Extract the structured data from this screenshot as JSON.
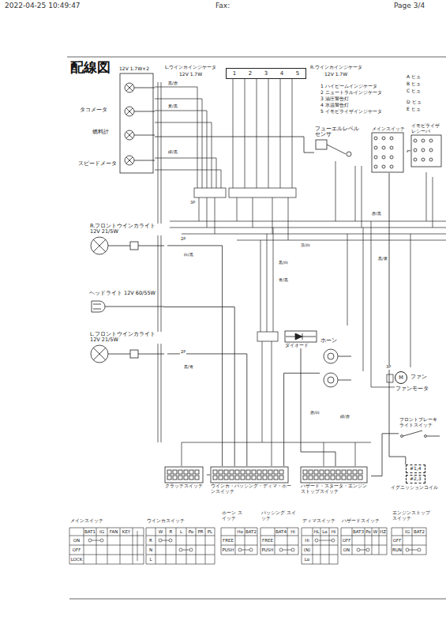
{
  "diagram": {
    "title": "配線図",
    "nodes": [
      {
        "text": [
          "12V 1.7W×2"
        ]
      },
      {
        "text": [
          "1",
          "2",
          "3",
          "4",
          "5"
        ]
      },
      {
        "text": [
          "フューエルレベル センサ"
        ]
      },
      {
        "text": [
          "メインスイッチ"
        ]
      },
      {
        "text": [
          "イモビライザ レシーバ"
        ]
      },
      {
        "text": [
          "R.フロントウインカライト 12V 21/5W"
        ]
      },
      {
        "text": [
          "ヘッドライト 12V 60/55W"
        ]
      },
      {
        "text": [
          "ダイオード"
        ]
      },
      {
        "text": [
          "ホーン"
        ]
      },
      {
        "text": [
          "L.フロントウインカライト 12V 21/5W"
        ]
      },
      {
        "text": [
          "M",
          "ファン",
          "ファンモータ"
        ]
      },
      {
        "text": [
          "フロントブレーキ ライトスイッチ"
        ]
      },
      {
        "text": [
          "クラッチスイッチ"
        ]
      },
      {
        "text": [
          "ウインカ・パッシング・ディマ・ホーンスイッチ"
        ]
      },
      {
        "text": [
          "ハザード・スタータ・エンジンストップスイッチ"
        ]
      },
      {
        "text": [
          "#1,4",
          "#2,3",
          "イグニッションコイル"
        ]
      }
    ],
    "edges": [
      {
        "from": 5,
        "to": 13,
        "arrow": "none"
      },
      {
        "from": 6,
        "to": 13,
        "arrow": "none"
      },
      {
        "from": 9,
        "to": 13,
        "arrow": "none"
      },
      {
        "from": 8,
        "to": 13,
        "arrow": "none"
      },
      {
        "from": 2,
        "to": 0,
        "arrow": "none"
      },
      {
        "from": 3,
        "to": 15,
        "arrow": "none"
      },
      {
        "from": 11,
        "to": 14,
        "arrow": "none"
      },
      {
        "from": 12,
        "to": 13,
        "arrow": "none"
      },
      {
        "from": 7,
        "to": 14,
        "arrow": "none"
      },
      {
        "from": 4,
        "to": 3,
        "arrow": "none"
      }
    ],
    "labels": [
      "2022-04-25 10:49:47",
      "Fax:",
      "Page 3/4",
      "タコメータ",
      "燃料計",
      "スピードメータ",
      "L.ウインカインジケータ",
      "12V 1.7W",
      "R.ウインカインジケータ",
      "12V 1.7W",
      "1 ハイビームインジケータ",
      "2 ニュートラルインジケータ",
      "3 油圧警告灯",
      "4 水温警告灯",
      "5 イモビライザインジケータ",
      "A ヒュ",
      "B ヒュ",
      "C ヒュ",
      "D ヒュ",
      "E ヒュ",
      "3P",
      "2P",
      "2P",
      "3P",
      "黒/赤",
      "黄/黒",
      "緑/黒",
      "黒/白",
      "青/黒",
      "茶/白",
      "黒/黄",
      "白/黒",
      "黒/青",
      "赤/白",
      "緑/赤",
      "赤/黒",
      "メインスイッチ",
      "ウインカスイッチ",
      "ホーン スイッチ",
      "パッシング スイッチ",
      "ディマスイッチ",
      "ハザードスイッチ",
      "エンジンストップ スイッチ",
      "BAT1",
      "IG",
      "FAN",
      "KEY",
      "ON",
      "OFF",
      "LOCK",
      "W",
      "R",
      "L",
      "Po",
      "PR",
      "PL",
      "R",
      "N",
      "L",
      "Ho",
      "BAT2",
      "FREE",
      "PUSH",
      "BAT4",
      "Hi",
      "FREE",
      "PUSH",
      "HL",
      "Lo",
      "Hi",
      "Hi",
      "(N)",
      "Lo",
      "BAT3",
      "Po",
      "W",
      "HZ",
      "OFF",
      "ON",
      "IG",
      "BAT2",
      "OFF",
      "RUN"
    ]
  }
}
